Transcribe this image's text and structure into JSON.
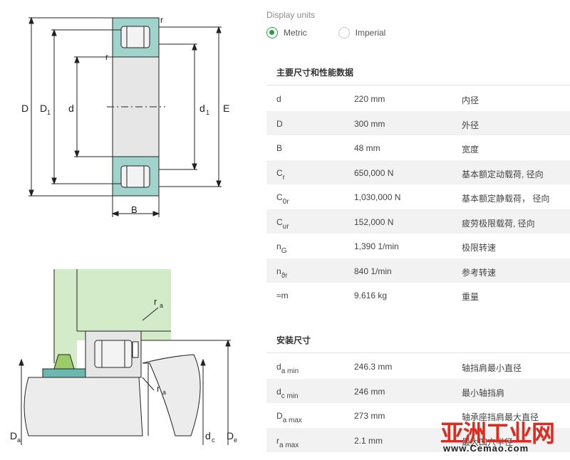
{
  "display_units": {
    "label": "Display units",
    "options": [
      {
        "label": "Metric",
        "checked": true
      },
      {
        "label": "Imperial",
        "checked": false
      }
    ]
  },
  "main_dims": {
    "title": "主要尺寸和性能数据",
    "rows": [
      {
        "sym": "d",
        "sub": "",
        "value": "220 mm",
        "desc": "内径"
      },
      {
        "sym": "D",
        "sub": "",
        "value": "300 mm",
        "desc": "外径"
      },
      {
        "sym": "B",
        "sub": "",
        "value": "48 mm",
        "desc": "宽度"
      },
      {
        "sym": "C",
        "sub": "r",
        "value": "650,000 N",
        "desc": "基本额定动载荷, 径向"
      },
      {
        "sym": "C",
        "sub": "0r",
        "value": "1,030,000 N",
        "desc": "基本额定静载荷， 径向"
      },
      {
        "sym": "C",
        "sub": "ur",
        "value": "152,000 N",
        "desc": "疲劳极限载荷, 径向"
      },
      {
        "sym": "n",
        "sub": "G",
        "value": "1,390 1/min",
        "desc": "极限转速"
      },
      {
        "sym": "n",
        "sub": "ϑr",
        "value": "840 1/min",
        "desc": "参考转速"
      },
      {
        "sym": "≈m",
        "sub": "",
        "value": "9.616 kg",
        "desc": "重量"
      }
    ]
  },
  "mount_dims": {
    "title": "安装尺寸",
    "rows": [
      {
        "sym": "d",
        "sub": "a min",
        "value": "246.3 mm",
        "desc": "轴挡肩最小直径"
      },
      {
        "sym": "d",
        "sub": "c min",
        "value": "246 mm",
        "desc": "最小轴挡肩"
      },
      {
        "sym": "D",
        "sub": "a max",
        "value": "273 mm",
        "desc": "轴承座挡肩最大直径"
      },
      {
        "sym": "r",
        "sub": "a max",
        "value": "2.1 mm",
        "desc": "最大凹穴半径"
      }
    ]
  },
  "drawing_labels": {
    "D": "D",
    "D1": "D",
    "D1_sub": "1",
    "d": "d",
    "d1": "d",
    "d1_sub": "1",
    "E": "E",
    "B": "B",
    "r": "r",
    "ra": "r",
    "ra_sub": "a",
    "Da": "D",
    "Da_sub": "a",
    "dc": "d",
    "dc_sub": "c",
    "De": "D",
    "De_sub": "e"
  },
  "watermark": {
    "big": "亚洲工业网",
    "small": "www.Cemao.com"
  },
  "colors": {
    "accent": "#26a047",
    "ring": "#9fd3cc",
    "housing": "#d4ebc9",
    "watermark": "#e02a1e"
  }
}
